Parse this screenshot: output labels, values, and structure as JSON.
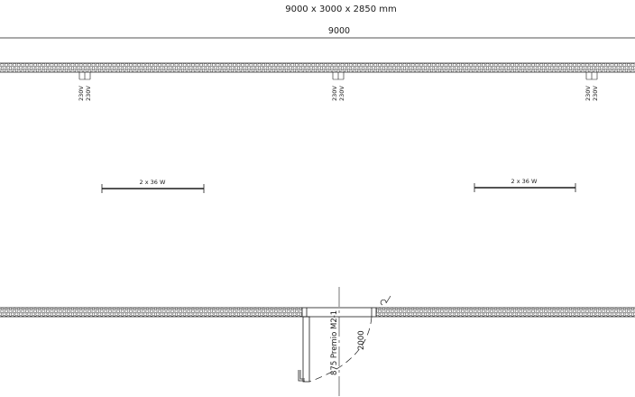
{
  "drawing": {
    "title": "9000 x 3000 x 2850 mm",
    "overall_dimension": "9000",
    "outlets": [
      {
        "label_a": "230V",
        "label_b": "230V"
      },
      {
        "label_a": "230V",
        "label_b": "230V"
      },
      {
        "label_a": "230V",
        "label_b": "230V"
      }
    ],
    "lamps": [
      {
        "label": "2 x 36 W"
      },
      {
        "label": "2 x 36 W"
      }
    ],
    "door": {
      "label_main": "875 Premio M2-1",
      "label_height": "2000"
    }
  }
}
